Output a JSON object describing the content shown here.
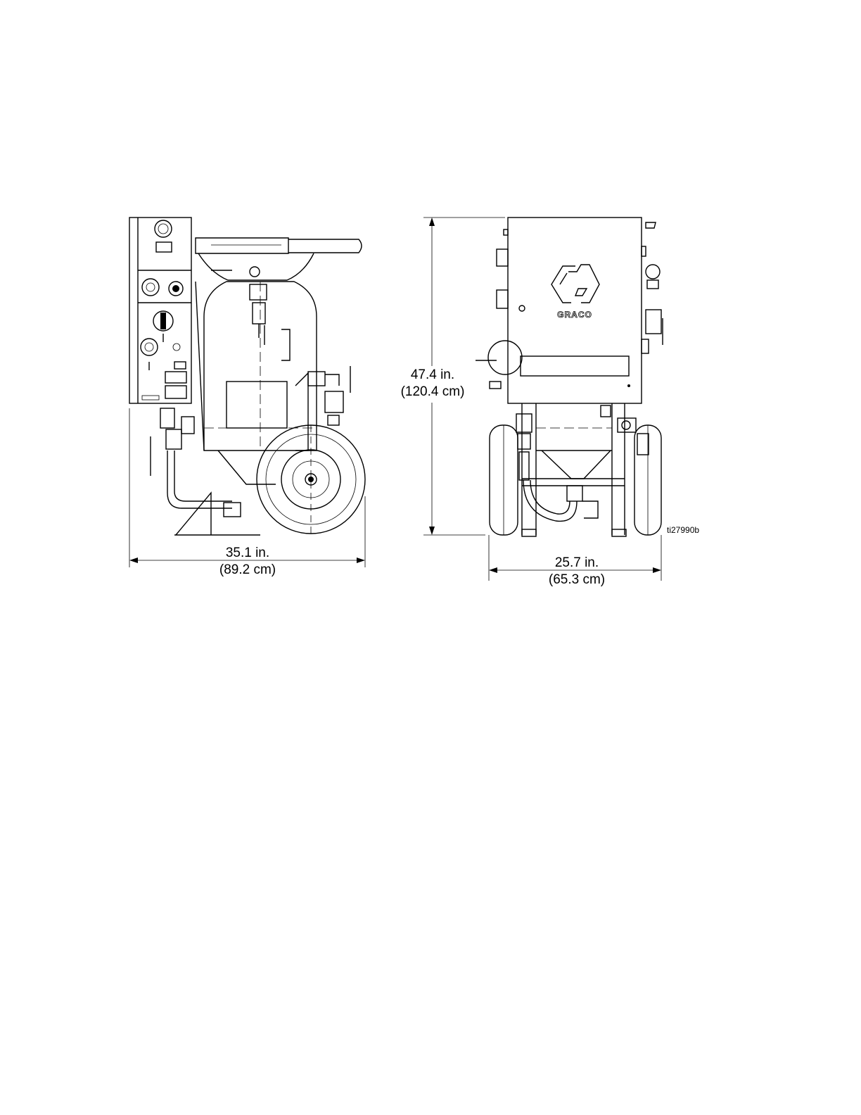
{
  "figure_id": "ti27990b",
  "dimensions": {
    "side_width": {
      "imperial": "35.1 in.",
      "metric": "(89.2 cm)"
    },
    "height": {
      "imperial": "47.4 in.",
      "metric": "(120.4 cm)"
    },
    "front_width": {
      "imperial": "25.7 in.",
      "metric": "(65.3 cm)"
    }
  },
  "logo_text": "GRACO"
}
